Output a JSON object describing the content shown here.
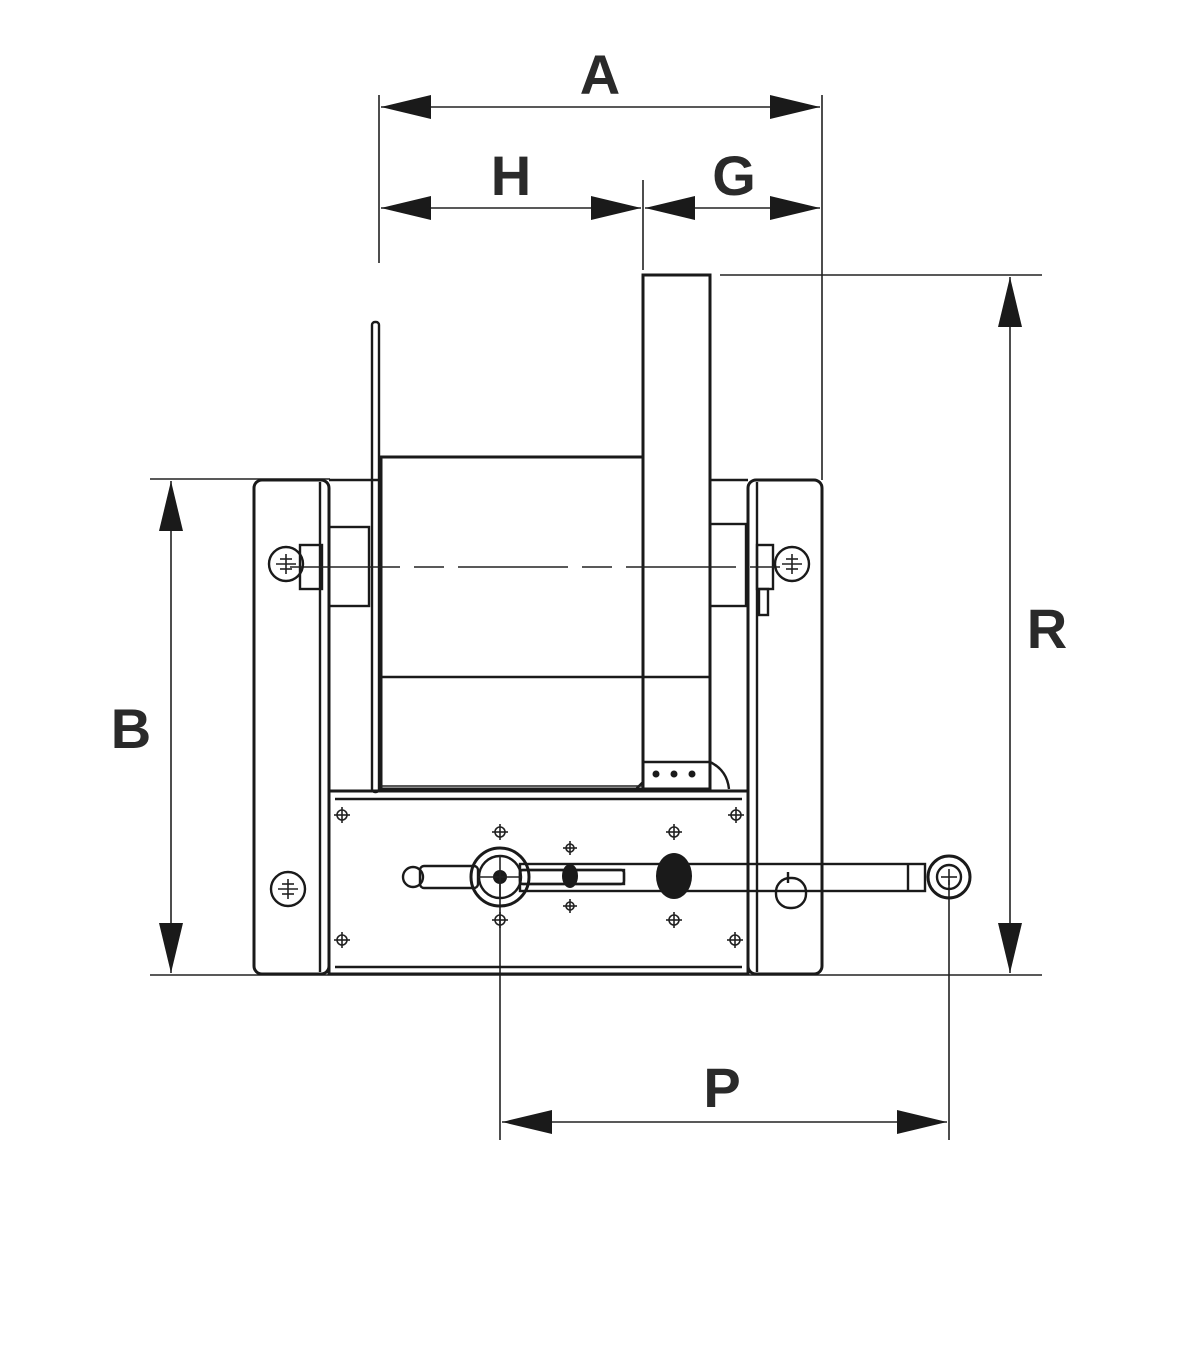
{
  "dimensions": {
    "A": "A",
    "H": "H",
    "G": "G",
    "B": "B",
    "R": "R",
    "P": "P"
  },
  "colors": {
    "line": "#1a1a1a",
    "background": "#ffffff"
  }
}
